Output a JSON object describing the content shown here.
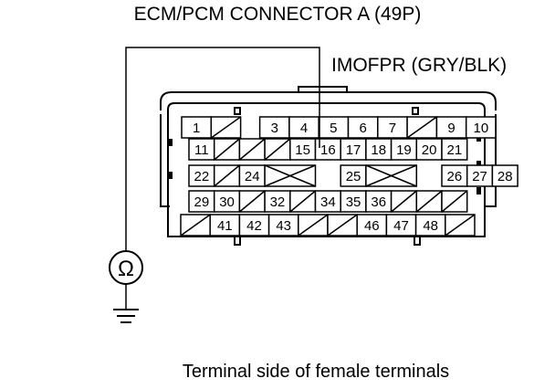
{
  "title": "ECM/PCM CONNECTOR A (49P)",
  "wire_label": "IMOFPR (GRY/BLK)",
  "caption": "Terminal side of female terminals",
  "meter_symbol": "Ω",
  "meter_icon": "ohmmeter-icon",
  "ground_icon": "ground-icon",
  "probe_terminal": "16",
  "rows": [
    [
      "1",
      "/",
      "3",
      "4",
      "5",
      "6",
      "7",
      "/",
      "9",
      "10"
    ],
    [
      "11",
      "/",
      "/",
      "/",
      "15",
      "16",
      "17",
      "18",
      "19",
      "20",
      "21"
    ],
    [
      "22",
      "/",
      "24",
      "X",
      "",
      "25",
      "X",
      "",
      "26",
      "27",
      "28"
    ],
    [
      "29",
      "30",
      "/",
      "32",
      "/",
      "34",
      "35",
      "36",
      "/",
      "/",
      "/"
    ],
    [
      "/",
      "41",
      "42",
      "43",
      "/",
      "/",
      "46",
      "47",
      "48",
      "/"
    ]
  ]
}
